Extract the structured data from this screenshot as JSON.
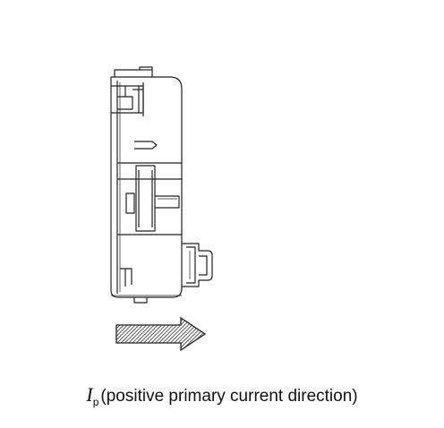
{
  "caption": {
    "symbol": "I",
    "subscript": "p",
    "text": "(positive primary current direction)"
  },
  "colors": {
    "line": "#222222",
    "hatch": "#333333",
    "background": "#ffffff"
  },
  "icons": {
    "arrow": "hatched-right-arrow"
  }
}
